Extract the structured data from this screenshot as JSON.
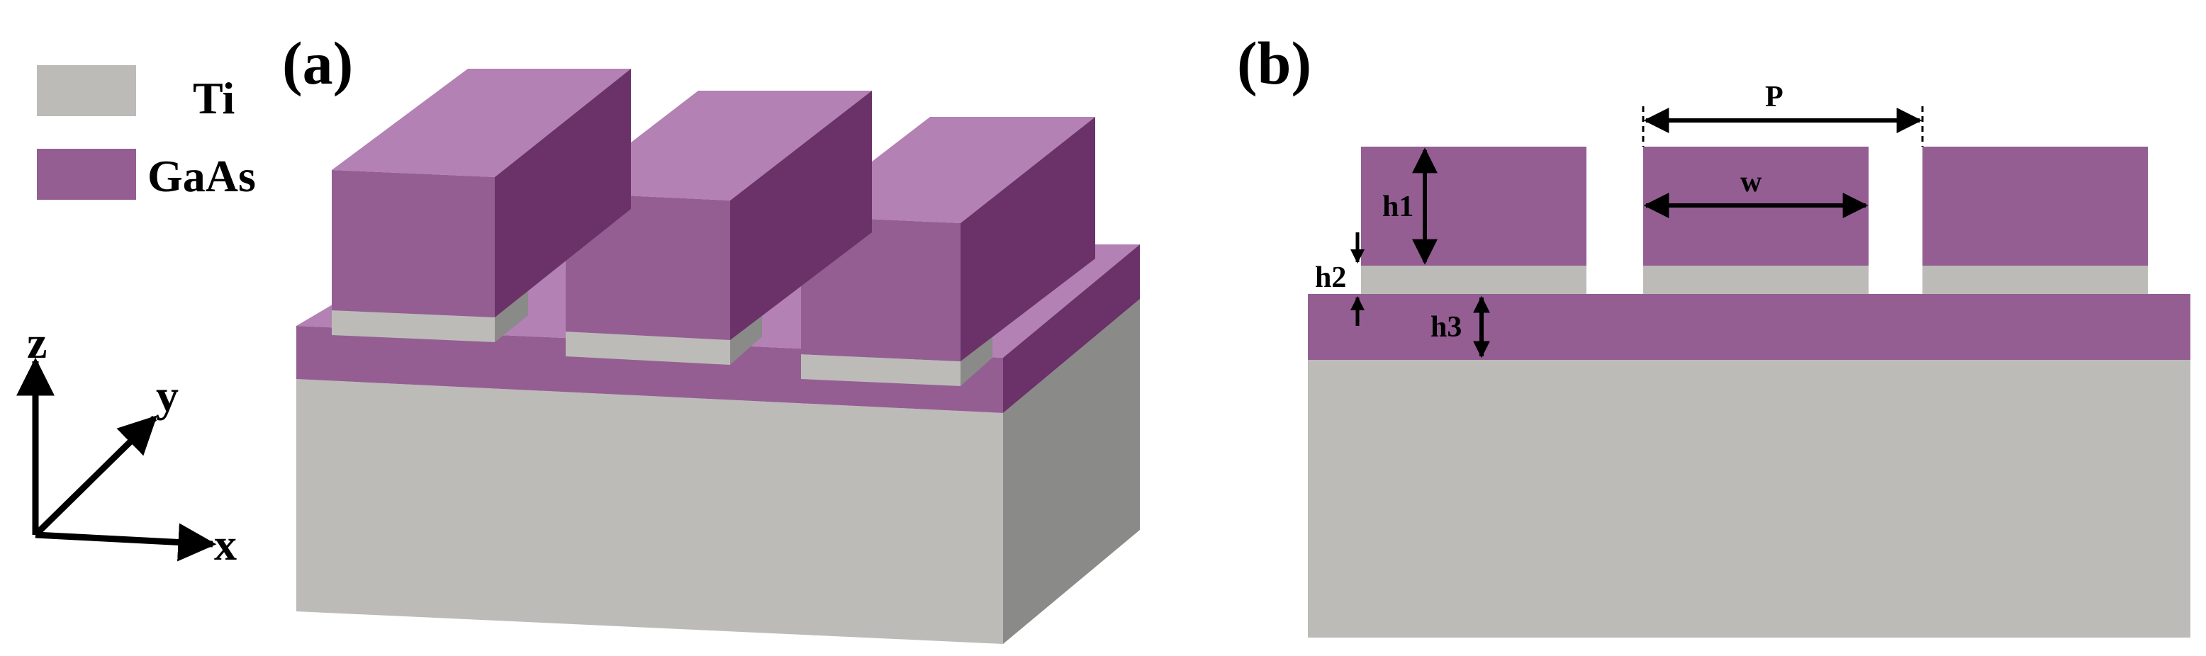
{
  "panel_a": {
    "label": "(a)",
    "legend": [
      {
        "name": "Ti",
        "color": "#bcbbb8"
      },
      {
        "name": "GaAs",
        "color": "#945e93"
      }
    ],
    "axes": {
      "z": "z",
      "y": "y",
      "x": "x"
    }
  },
  "panel_b": {
    "label": "(b)",
    "dimensions": {
      "period": "P",
      "width": "w",
      "h1": "h1",
      "h2": "h2",
      "h3": "h3"
    }
  },
  "colors": {
    "ti_front": "#bcbbb8",
    "ti_side": "#8a8a88",
    "gaas_front": "#945e93",
    "gaas_top": "#b381b3",
    "gaas_side": "#6a3268"
  }
}
